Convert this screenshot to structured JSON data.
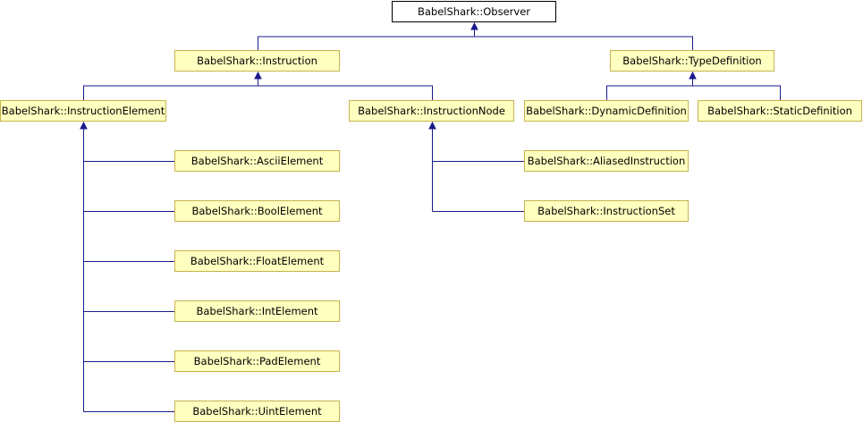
{
  "nodes": {
    "observer": "BabelShark::Observer",
    "instruction": "BabelShark::Instruction",
    "type_definition": "BabelShark::TypeDefinition",
    "instruction_element": "BabelShark::InstructionElement",
    "instruction_node": "BabelShark::InstructionNode",
    "dynamic_definition": "BabelShark::DynamicDefinition",
    "static_definition": "BabelShark::StaticDefinition",
    "ascii_element": "BabelShark::AsciiElement",
    "bool_element": "BabelShark::BoolElement",
    "float_element": "BabelShark::FloatElement",
    "int_element": "BabelShark::IntElement",
    "pad_element": "BabelShark::PadElement",
    "uint_element": "BabelShark::UintElement",
    "aliased_instruction": "BabelShark::AliasedInstruction",
    "instruction_set": "BabelShark::InstructionSet"
  },
  "edges": [
    [
      "instruction",
      "observer"
    ],
    [
      "type_definition",
      "observer"
    ],
    [
      "instruction_element",
      "instruction"
    ],
    [
      "instruction_node",
      "instruction"
    ],
    [
      "dynamic_definition",
      "type_definition"
    ],
    [
      "static_definition",
      "type_definition"
    ],
    [
      "ascii_element",
      "instruction_element"
    ],
    [
      "bool_element",
      "instruction_element"
    ],
    [
      "float_element",
      "instruction_element"
    ],
    [
      "int_element",
      "instruction_element"
    ],
    [
      "pad_element",
      "instruction_element"
    ],
    [
      "uint_element",
      "instruction_element"
    ],
    [
      "aliased_instruction",
      "instruction_node"
    ],
    [
      "instruction_set",
      "instruction_node"
    ]
  ],
  "colors": {
    "node_fill": "#ffffc0",
    "node_border": "#c4b44e",
    "root_fill": "#ffffff",
    "root_border": "#000000",
    "edge": "#1a1a8c"
  }
}
